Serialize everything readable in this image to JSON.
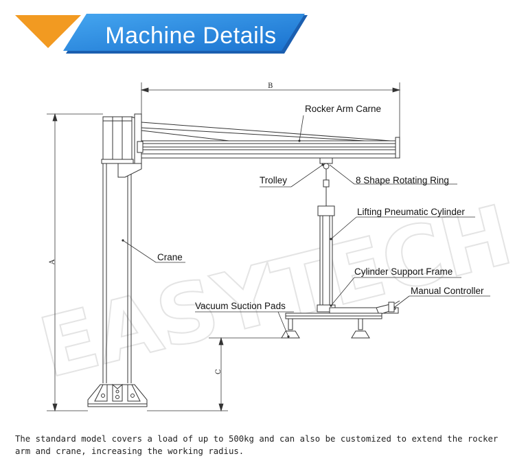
{
  "header": {
    "title": "Machine Details",
    "colors": {
      "orange": "#f29a21",
      "blue": "#2e8fe3",
      "blue_dark": "#1569c4"
    }
  },
  "watermark": {
    "text": "EASYTECH"
  },
  "diagram": {
    "labels": {
      "rocker_arm": "Rocker Arm Carne",
      "trolley": "Trolley",
      "rotating_ring": "8 Shape Rotating Ring",
      "lifting_cylinder": "Lifting Pneumatic Cylinder",
      "crane": "Crane",
      "cylinder_frame": "Cylinder Support Frame",
      "manual_controller": "Manual Controller",
      "vacuum_pads": "Vacuum Suction Pads"
    },
    "dimensions": {
      "a": "A",
      "b": "B",
      "c": "C"
    }
  },
  "caption": "The standard model covers a load of up to 500kg and can also be customized to extend the rocker arm and crane, increasing the working radius."
}
